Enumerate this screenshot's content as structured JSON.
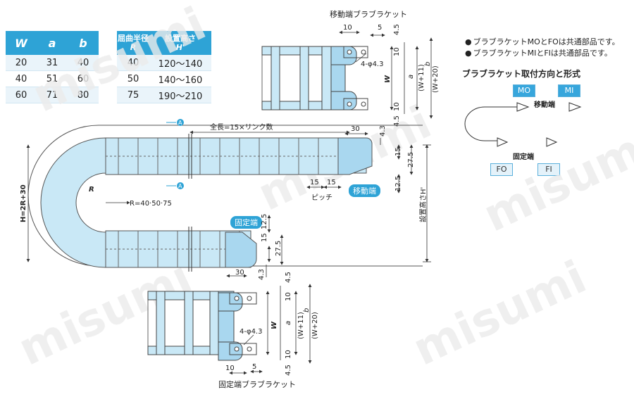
{
  "table_main": {
    "headers": [
      "W",
      "a",
      "b"
    ],
    "rows": [
      [
        "20",
        "31",
        "40"
      ],
      [
        "40",
        "51",
        "60"
      ],
      [
        "60",
        "71",
        "80"
      ]
    ]
  },
  "table_bend": {
    "header_radius_line1": "屈曲半径",
    "header_radius_line2": "R",
    "header_height_line1": "設置高さ",
    "header_height_line2": "H'",
    "rows": [
      [
        "40",
        "120～140"
      ],
      [
        "50",
        "140～160"
      ],
      [
        "75",
        "190～210"
      ]
    ]
  },
  "notes": [
    "ブラブラケットMOとFOは共通部品です。",
    "ブラブラケットMIとFIは共通部品です。"
  ],
  "mount": {
    "title": "ブラブラケット取付方向と形式",
    "mo": "MO",
    "mi": "MI",
    "fo": "FO",
    "fi": "FI",
    "moving_label": "移動端",
    "fixed_label": "固定端"
  },
  "top_bracket": {
    "title": "移動端ブラブラケット",
    "dim_10": "10",
    "dim_5": "5",
    "dim_4_5_top": "4.5",
    "dim_10_right": "10",
    "hole": "4-φ4.3",
    "w": "W",
    "a": "a",
    "b": "(W+11)",
    "b_letter": "b",
    "w20": "(W+20)",
    "dim_10_lower": "10",
    "dim_4_5_bottom": "4.5"
  },
  "bottom_bracket": {
    "title": "固定端ブラブラケット",
    "dim_10": "10",
    "dim_5": "5",
    "dim_4_5_top": "4.5",
    "dim_10_right": "10",
    "hole": "4-φ4.3",
    "w": "W",
    "a": "a",
    "b": "(W+11)",
    "b_letter": "b",
    "w20": "(W+20)",
    "dim_10_lower": "10",
    "dim_4_5_bottom": "4.5"
  },
  "main": {
    "total_length": "全長=15×リンク数",
    "dim_30_top": "30",
    "dim_4_3_top": "4.3",
    "dim_15_right": "15",
    "dim_27_5_right": "27.5",
    "dim_12_5_right": "12.5",
    "install_height": "設置高さH'",
    "dim_15a": "15",
    "dim_15b": "15",
    "pitch": "ピッチ",
    "moving_end_tag": "移動端",
    "fixed_end_tag": "固定端",
    "radius_label": "R",
    "radius_values": "R=40·50·75",
    "height_left": "H=2R+30",
    "section_marker": "A",
    "dim_12_5_lower": "12.5",
    "dim_15_lower": "15",
    "dim_27_5_lower": "27.5",
    "dim_30_bottom": "30",
    "dim_4_3_bottom": "4.3"
  },
  "colors": {
    "link_fill": "#c9e8f6",
    "link_stroke": "#555555",
    "bracket_fill": "#a9d7ef",
    "accent": "#2ea3d6",
    "watermark": "#ececec"
  }
}
